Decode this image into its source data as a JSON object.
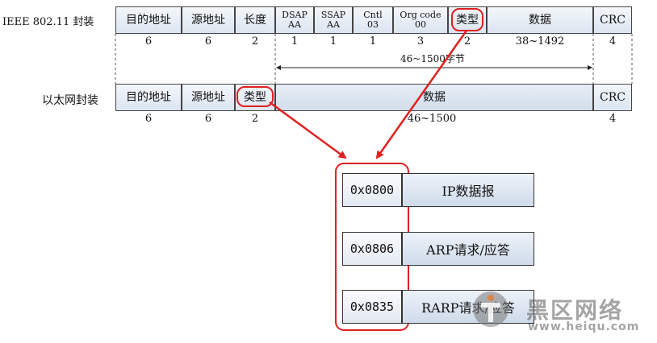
{
  "ieee": {
    "label": "IEEE 802.11 封装",
    "fields": [
      {
        "name": "目的地址",
        "size": "6"
      },
      {
        "name": "源地址",
        "size": "6"
      },
      {
        "name": "长度",
        "size": "2"
      },
      {
        "name_line1": "DSAP",
        "name_line2": "AA",
        "size": "1"
      },
      {
        "name_line1": "SSAP",
        "name_line2": "AA",
        "size": "1"
      },
      {
        "name_line1": "Cntl",
        "name_line2": "03",
        "size": "1"
      },
      {
        "name_line1": "Org code",
        "name_line2": "00",
        "size": "3"
      },
      {
        "name": "类型",
        "size": "2"
      },
      {
        "name": "数据",
        "size": "38~1492"
      },
      {
        "name": "CRC",
        "size": "4"
      }
    ],
    "span_label": "46~1500字节"
  },
  "ethernet": {
    "label": "以太网封装",
    "fields": [
      {
        "name": "目的地址",
        "size": "6"
      },
      {
        "name": "源地址",
        "size": "6"
      },
      {
        "name": "类型",
        "size": "2"
      },
      {
        "name": "数据",
        "size": "46~1500"
      },
      {
        "name": "CRC",
        "size": "4"
      }
    ]
  },
  "type_table": [
    {
      "code": "0x0800",
      "desc": "IP数据报"
    },
    {
      "code": "0x0806",
      "desc": "ARP请求/应答"
    },
    {
      "code": "0x0835",
      "desc": "RARP请求/应答"
    }
  ],
  "watermark": {
    "title": "黑区网络",
    "url": "www.heiqu.com"
  },
  "colors": {
    "highlight": "#e02020",
    "cell_fill": "#dbe5f1",
    "border": "#444444"
  }
}
